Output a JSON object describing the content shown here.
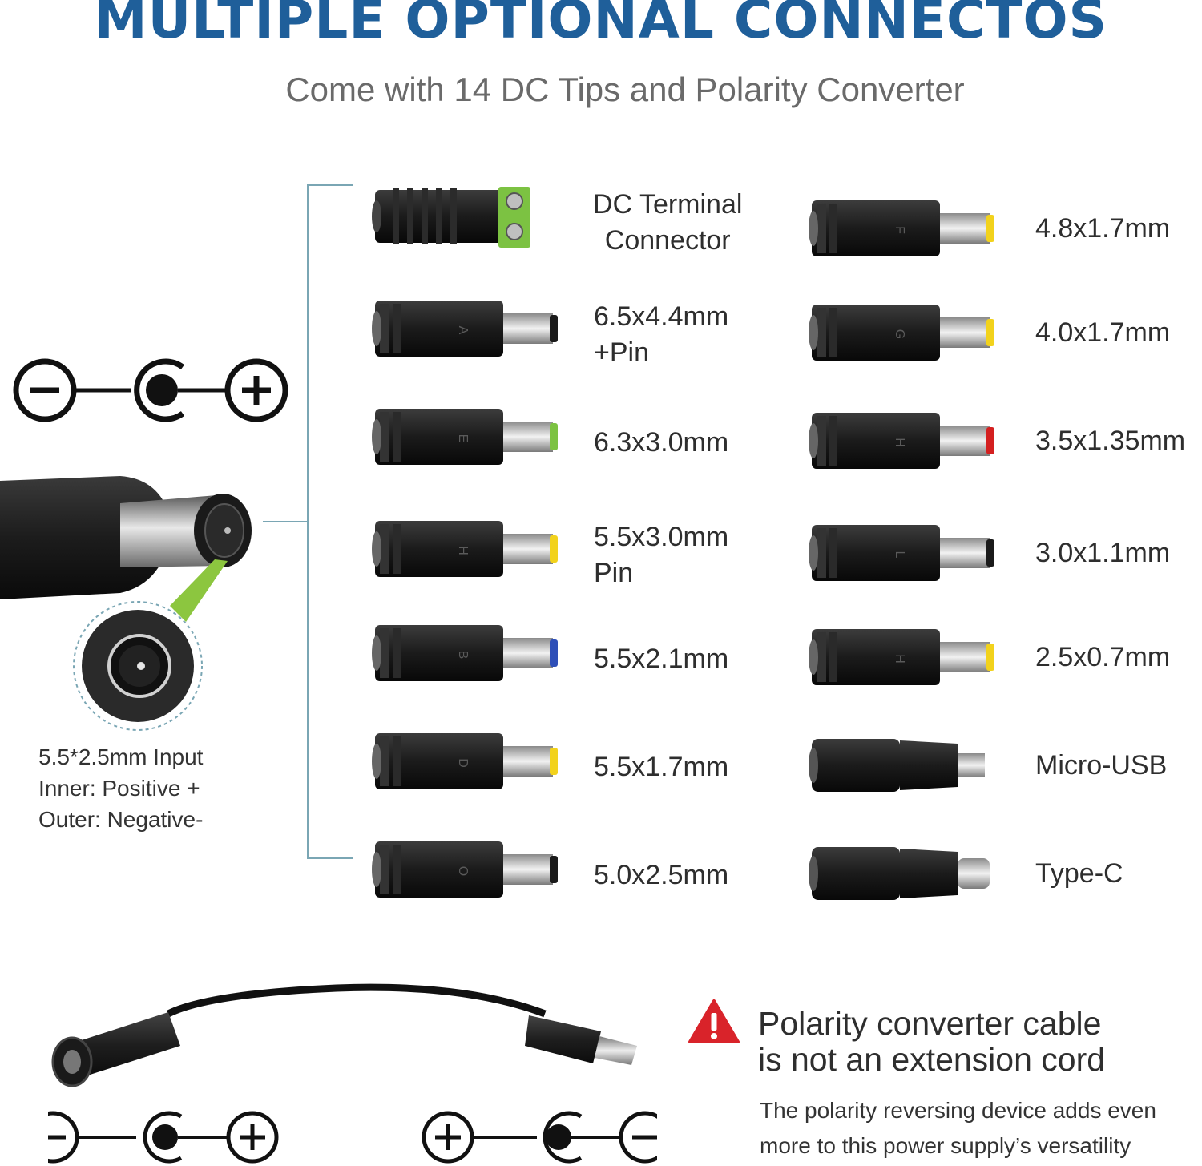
{
  "header": {
    "title": "MULTIPLE OPTIONAL CONNECTOS",
    "subtitle": "Come with 14 DC Tips and Polarity Converter"
  },
  "input_info": {
    "line1": "5.5*2.5mm Input",
    "line2": "Inner: Positive +",
    "line3": "Outer: Negative-"
  },
  "tips_left": [
    {
      "line1": "DC Terminal",
      "line2": "Connector",
      "letter": "",
      "tip_color": "#7cc242"
    },
    {
      "line1": "6.5x4.4mm",
      "line2": "+Pin",
      "letter": "A",
      "tip_color": "#1a1a1a"
    },
    {
      "line1": "6.3x3.0mm",
      "line2": "",
      "letter": "E",
      "tip_color": "#7cc242"
    },
    {
      "line1": "5.5x3.0mm",
      "line2": "Pin",
      "letter": "H",
      "tip_color": "#f2d21c"
    },
    {
      "line1": "5.5x2.1mm",
      "line2": "",
      "letter": "B",
      "tip_color": "#2e4fb8"
    },
    {
      "line1": "5.5x1.7mm",
      "line2": "",
      "letter": "D",
      "tip_color": "#f2d21c"
    },
    {
      "line1": "5.0x2.5mm",
      "line2": "",
      "letter": "O",
      "tip_color": "#1a1a1a"
    }
  ],
  "tips_right": [
    {
      "line1": "4.8x1.7mm",
      "letter": "F",
      "tip_color": "#f2d21c"
    },
    {
      "line1": "4.0x1.7mm",
      "letter": "G",
      "tip_color": "#f2d21c"
    },
    {
      "line1": "3.5x1.35mm",
      "letter": "H",
      "tip_color": "#d42020"
    },
    {
      "line1": "3.0x1.1mm",
      "letter": "L",
      "tip_color": "#1a1a1a"
    },
    {
      "line1": "2.5x0.7mm",
      "letter": "H",
      "tip_color": "#f2d21c"
    },
    {
      "line1": "Micro-USB",
      "letter": "",
      "tip_color": "#cfcfcf"
    },
    {
      "line1": "Type-C",
      "letter": "",
      "tip_color": "#cfcfcf"
    }
  ],
  "warning": {
    "title_line1": "Polarity converter cable",
    "title_line2": "is not an extension cord",
    "desc_line1": "The polarity reversing device adds even",
    "desc_line2": "more to this power supply’s versatility"
  },
  "colors": {
    "title": "#1f5f9a",
    "bracket": "#7aa6b4",
    "warning_red": "#d9232a",
    "highlight_green": "#8cc63f"
  }
}
